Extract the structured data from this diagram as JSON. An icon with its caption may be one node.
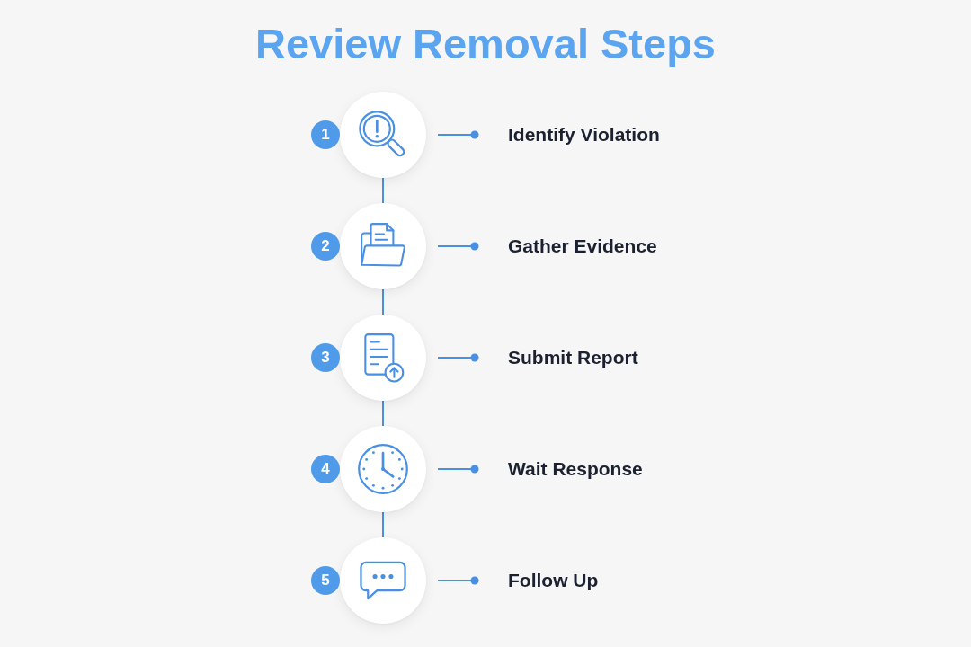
{
  "diagram": {
    "title": "Review Removal Steps",
    "nodes": [
      {
        "text": [
          "1"
        ]
      },
      {
        "text": [],
        "shape": "circle"
      },
      {
        "text": [
          "Identify Violation"
        ]
      },
      {
        "text": [
          "2"
        ]
      },
      {
        "text": [],
        "shape": "circle"
      },
      {
        "text": [
          "Gather Evidence"
        ]
      },
      {
        "text": [
          "3"
        ]
      },
      {
        "text": [],
        "shape": "circle"
      },
      {
        "text": [
          "Submit Report"
        ]
      },
      {
        "text": [
          "4"
        ]
      },
      {
        "text": [],
        "shape": "circle"
      },
      {
        "text": [
          "Wait Response"
        ]
      },
      {
        "text": [
          "5"
        ]
      },
      {
        "text": [],
        "shape": "circle"
      },
      {
        "text": [
          "Follow Up"
        ]
      }
    ],
    "edges": [
      {
        "from": 1,
        "to": 2,
        "arrow": "other"
      },
      {
        "from": 1,
        "to": 4,
        "arrow": "none"
      },
      {
        "from": 4,
        "to": 5,
        "arrow": "other"
      },
      {
        "from": 4,
        "to": 7,
        "arrow": "none"
      },
      {
        "from": 7,
        "to": 8,
        "arrow": "other"
      },
      {
        "from": 7,
        "to": 10,
        "arrow": "none"
      },
      {
        "from": 10,
        "to": 11,
        "arrow": "other"
      },
      {
        "from": 10,
        "to": 13,
        "arrow": "none"
      },
      {
        "from": 13,
        "to": 14,
        "arrow": "other"
      }
    ]
  }
}
